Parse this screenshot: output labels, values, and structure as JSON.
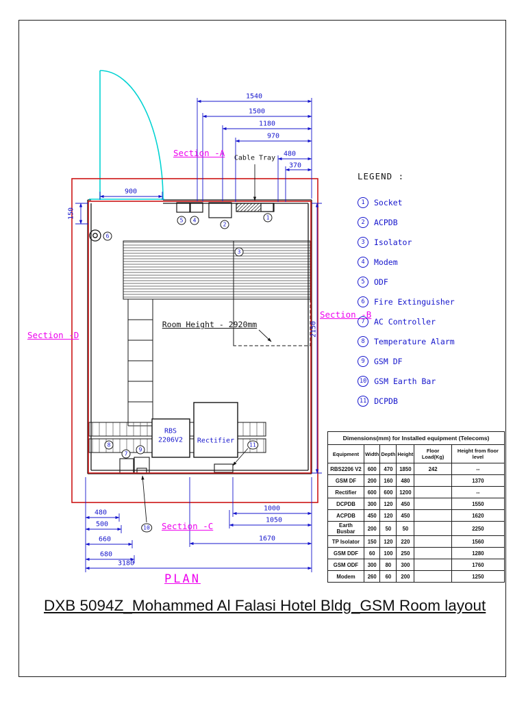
{
  "sheet": {
    "title": "DXB 5094Z_Mohammed Al Falasi Hotel Bldg_GSM Room layout",
    "plan_label": "PLAN"
  },
  "sections": {
    "a": "Section -A",
    "b": "Section -B",
    "c": "Section -C",
    "d": "Section -D"
  },
  "plan": {
    "cable_tray_label": "Cable Tray",
    "room_height_label": "Room Height - 2920mm",
    "rbs_label_line1": "RBS",
    "rbs_label_line2": "2206V2",
    "rectifier_label": "Rectifier"
  },
  "dims": {
    "top": [
      "1540",
      "1500",
      "1180",
      "970",
      "480",
      "370"
    ],
    "left": [
      "900",
      "150"
    ],
    "right": [
      "2150"
    ],
    "bottom_left": [
      "480",
      "500",
      "660",
      "680",
      "3180"
    ],
    "bottom_right": [
      "1000",
      "1050",
      "1670"
    ]
  },
  "legend": {
    "title": "LEGEND :",
    "items": [
      {
        "num": "1",
        "label": "Socket"
      },
      {
        "num": "2",
        "label": "ACPDB"
      },
      {
        "num": "3",
        "label": "Isolator"
      },
      {
        "num": "4",
        "label": "Modem"
      },
      {
        "num": "5",
        "label": "ODF"
      },
      {
        "num": "6",
        "label": "Fire Extinguisher"
      },
      {
        "num": "7",
        "label": "AC Controller"
      },
      {
        "num": "8",
        "label": "Temperature Alarm"
      },
      {
        "num": "9",
        "label": "GSM DF"
      },
      {
        "num": "10",
        "label": "GSM Earth Bar"
      },
      {
        "num": "11",
        "label": "DCPDB"
      }
    ]
  },
  "equipment_table": {
    "title": "Dimensions(mm) for Installed equipment (Telecoms)",
    "headers": [
      "Equipment",
      "Width",
      "Depth",
      "Height",
      "Floor Load(Kg)",
      "Height from floor level"
    ],
    "rows": [
      [
        "RBS2206 V2",
        "600",
        "470",
        "1850",
        "242",
        "--"
      ],
      [
        "GSM DF",
        "200",
        "160",
        "480",
        "",
        "1370"
      ],
      [
        "Rectifier",
        "600",
        "600",
        "1200",
        "",
        "--"
      ],
      [
        "DCPDB",
        "300",
        "120",
        "450",
        "",
        "1550"
      ],
      [
        "ACPDB",
        "450",
        "120",
        "450",
        "",
        "1620"
      ],
      [
        "Earth Busbar",
        "200",
        "50",
        "50",
        "",
        "2250"
      ],
      [
        "TP Isolator",
        "150",
        "120",
        "220",
        "",
        "1560"
      ],
      [
        "GSM DDF",
        "60",
        "100",
        "250",
        "",
        "1280"
      ],
      [
        "GSM ODF",
        "300",
        "80",
        "300",
        "",
        "1760"
      ],
      [
        "Modem",
        "260",
        "60",
        "200",
        "",
        "1250"
      ]
    ]
  },
  "colors": {
    "dimension_blue": "#1414cc",
    "section_magenta": "#ee00ee",
    "door_cyan": "#00d2d2",
    "boundary_red": "#cc1414",
    "line_black": "#141414"
  }
}
